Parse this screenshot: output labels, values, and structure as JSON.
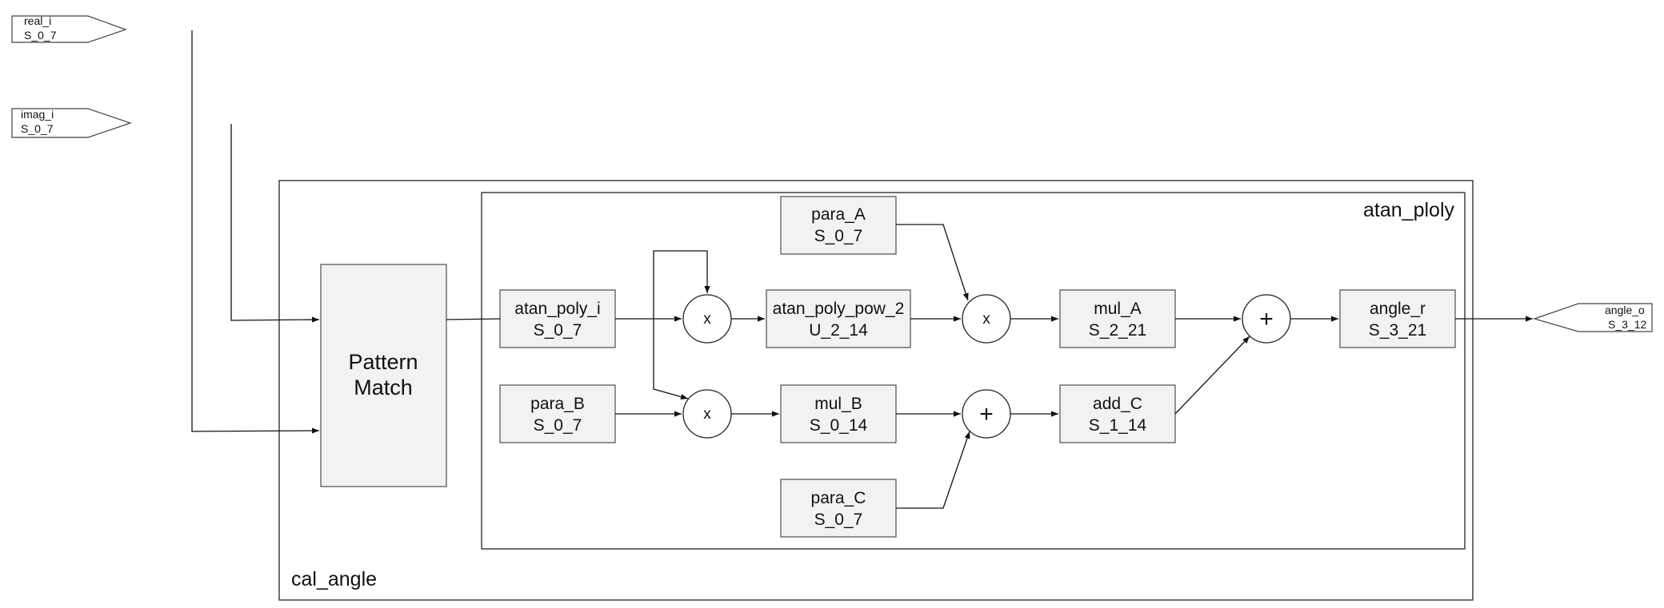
{
  "ports": {
    "real_i": {
      "name": "real_i",
      "type": "S_0_7"
    },
    "imag_i": {
      "name": "imag_i",
      "type": "S_0_7"
    },
    "angle_o": {
      "name": "angle_o",
      "type": "S_3_12"
    }
  },
  "frames": {
    "outer": "cal_angle",
    "inner": "atan_ploly"
  },
  "pattern_match": {
    "line1": "Pattern",
    "line2": "Match"
  },
  "blocks": {
    "atan_poly_i": {
      "name": "atan_poly_i",
      "type": "S_0_7"
    },
    "para_B": {
      "name": "para_B",
      "type": "S_0_7"
    },
    "para_A": {
      "name": "para_A",
      "type": "S_0_7"
    },
    "para_C": {
      "name": "para_C",
      "type": "S_0_7"
    },
    "atan_poly_pow_2": {
      "name": "atan_poly_pow_2",
      "type": "U_2_14"
    },
    "mul_B": {
      "name": "mul_B",
      "type": "S_0_14"
    },
    "mul_A": {
      "name": "mul_A",
      "type": "S_2_21"
    },
    "add_C": {
      "name": "add_C",
      "type": "S_1_14"
    },
    "angle_r": {
      "name": "angle_r",
      "type": "S_3_21"
    }
  },
  "operators": {
    "mul": "x",
    "add": "+"
  }
}
